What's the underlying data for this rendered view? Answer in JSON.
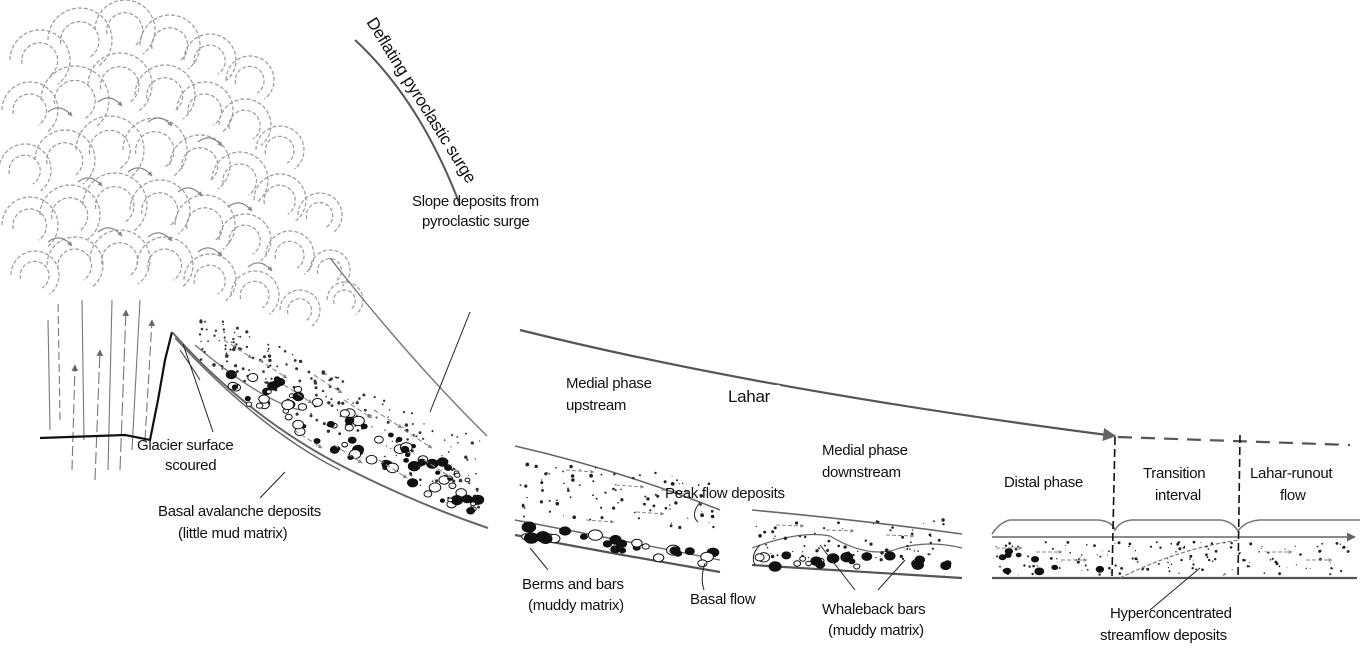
{
  "labels": {
    "deflating_surge": "Deflating pyroclastic surge",
    "slope_deposits_1": "Slope deposits from",
    "slope_deposits_2": "pyroclastic surge",
    "lahar": "Lahar",
    "medial_upstream_1": "Medial phase",
    "medial_upstream_2": "upstream",
    "peak_flow": "Peak flow deposits",
    "medial_downstream_1": "Medial phase",
    "medial_downstream_2": "downstream",
    "distal_phase": "Distal phase",
    "transition_1": "Transition",
    "transition_2": "interval",
    "runout_1": "Lahar-runout",
    "runout_2": "flow",
    "glacier_1": "Glacier surface",
    "glacier_2": "scoured",
    "basal_avalanche_1": "Basal avalanche deposits",
    "basal_avalanche_2": "(little mud matrix)",
    "berms_1": "Berms and bars",
    "berms_2": "(muddy matrix)",
    "basal_flow": "Basal flow",
    "whaleback_1": "Whaleback bars",
    "whaleback_2": "(muddy matrix)",
    "hyper_1": "Hyperconcentrated",
    "hyper_2": "streamflow deposits"
  },
  "colors": {
    "ink": "#111111",
    "line": "#555555",
    "cloud": "#9a9a9a"
  }
}
